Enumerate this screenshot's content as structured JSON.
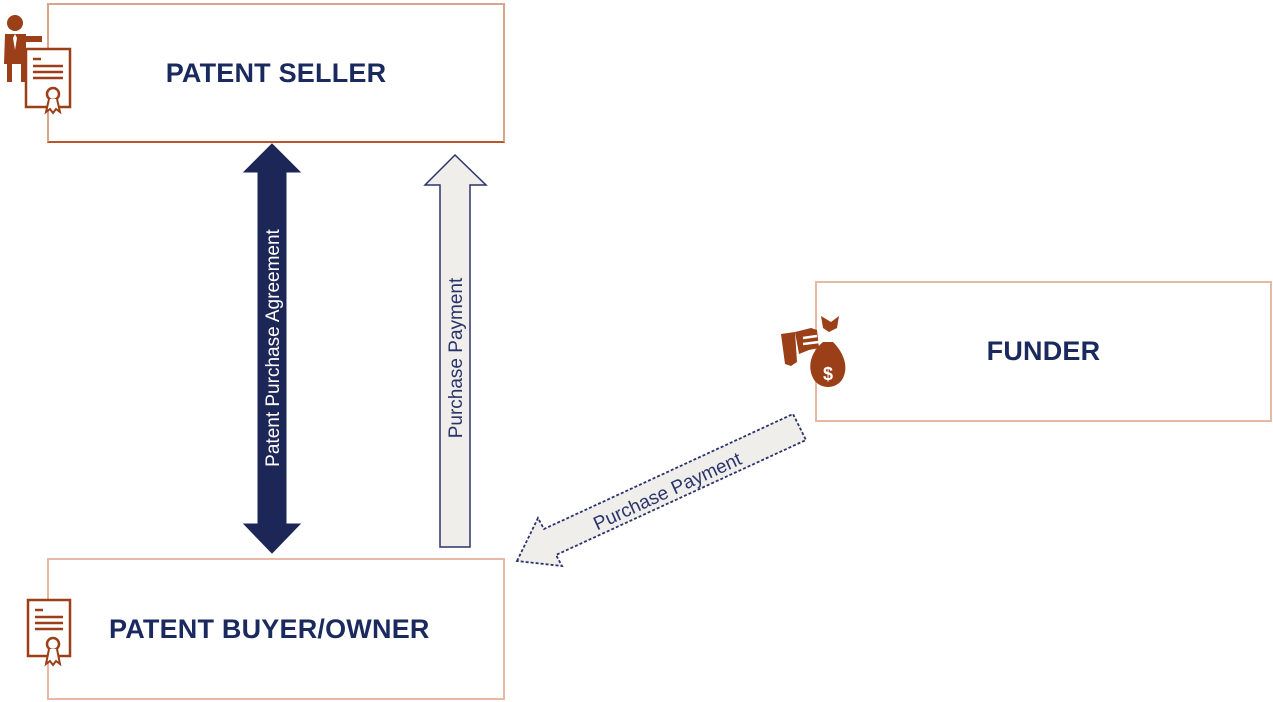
{
  "diagram": {
    "nodes": {
      "seller": {
        "label": "PATENT SELLER",
        "icon": "seller-certificate-icon"
      },
      "buyer": {
        "label": "PATENT BUYER/OWNER",
        "icon": "certificate-icon"
      },
      "funder": {
        "label": "FUNDER",
        "icon": "money-bag-icon"
      }
    },
    "edges": [
      {
        "from": "seller",
        "to": "buyer",
        "label": "Patent Purchase Agreement",
        "direction": "bidirectional",
        "style": "dark"
      },
      {
        "from": "buyer",
        "to": "seller",
        "label": "Purchase Payment",
        "direction": "one-way",
        "style": "light"
      },
      {
        "from": "funder",
        "to": "buyer",
        "label": "Purchase Payment",
        "direction": "one-way",
        "style": "light-dashed"
      }
    ],
    "colors": {
      "node_text": "#1a2a5e",
      "icon": "#9a3f17",
      "box_border": "#e6b9a3",
      "dark_arrow": "#1c2657",
      "light_arrow_fill": "#efeeeb",
      "light_arrow_stroke": "#2b336b"
    }
  }
}
